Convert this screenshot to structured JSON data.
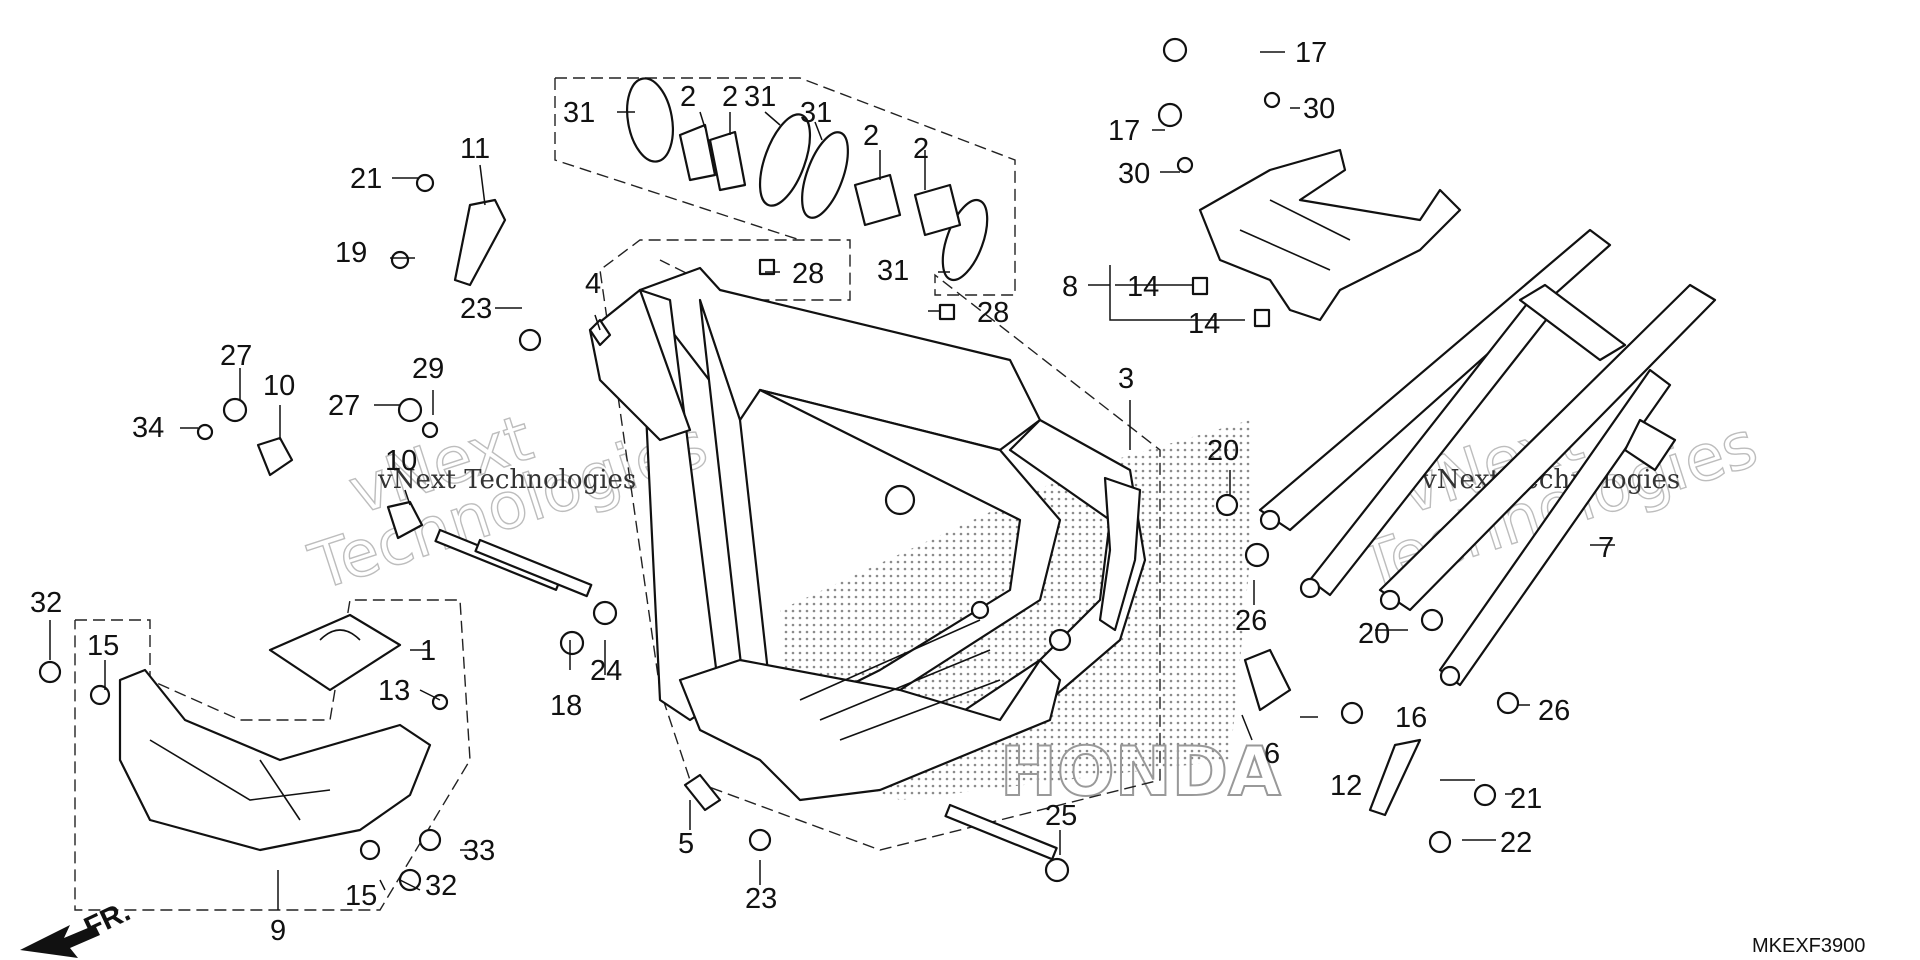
{
  "diagram_code": "MKEXF3900",
  "direction_label": "FR.",
  "watermark": {
    "line1": "vNext",
    "line2": "Technologies",
    "inline": "vNext Technologies"
  },
  "callouts": [
    {
      "id": "c31a",
      "text": "31"
    },
    {
      "id": "c2a",
      "text": "2"
    },
    {
      "id": "c2b",
      "text": "2"
    },
    {
      "id": "c31b",
      "text": "31"
    },
    {
      "id": "c31c",
      "text": "31"
    },
    {
      "id": "c2c",
      "text": "2"
    },
    {
      "id": "c2d",
      "text": "2"
    },
    {
      "id": "c31d",
      "text": "31"
    },
    {
      "id": "c28a",
      "text": "28"
    },
    {
      "id": "c28b",
      "text": "28"
    },
    {
      "id": "c21a",
      "text": "21"
    },
    {
      "id": "c11",
      "text": "11"
    },
    {
      "id": "c19",
      "text": "19"
    },
    {
      "id": "c4",
      "text": "4"
    },
    {
      "id": "c23a",
      "text": "23"
    },
    {
      "id": "c27a",
      "text": "27"
    },
    {
      "id": "c10a",
      "text": "10"
    },
    {
      "id": "c34",
      "text": "34"
    },
    {
      "id": "c27b",
      "text": "27"
    },
    {
      "id": "c29",
      "text": "29"
    },
    {
      "id": "c10b",
      "text": "10"
    },
    {
      "id": "c3",
      "text": "3"
    },
    {
      "id": "c17a",
      "text": "17"
    },
    {
      "id": "c30a",
      "text": "30"
    },
    {
      "id": "c17b",
      "text": "17"
    },
    {
      "id": "c30b",
      "text": "30"
    },
    {
      "id": "c8",
      "text": "8"
    },
    {
      "id": "c14a",
      "text": "14"
    },
    {
      "id": "c14b",
      "text": "14"
    },
    {
      "id": "c20a",
      "text": "20"
    },
    {
      "id": "c26a",
      "text": "26"
    },
    {
      "id": "c7",
      "text": "7"
    },
    {
      "id": "c20b",
      "text": "20"
    },
    {
      "id": "c26b",
      "text": "26"
    },
    {
      "id": "c16",
      "text": "16"
    },
    {
      "id": "c6",
      "text": "6"
    },
    {
      "id": "c12",
      "text": "12"
    },
    {
      "id": "c21b",
      "text": "21"
    },
    {
      "id": "c22",
      "text": "22"
    },
    {
      "id": "c32a",
      "text": "32"
    },
    {
      "id": "c15a",
      "text": "15"
    },
    {
      "id": "c1",
      "text": "1"
    },
    {
      "id": "c13",
      "text": "13"
    },
    {
      "id": "c18",
      "text": "18"
    },
    {
      "id": "c24",
      "text": "24"
    },
    {
      "id": "c33",
      "text": "33"
    },
    {
      "id": "c15b",
      "text": "15"
    },
    {
      "id": "c32b",
      "text": "32"
    },
    {
      "id": "c9",
      "text": "9"
    },
    {
      "id": "c5",
      "text": "5"
    },
    {
      "id": "c23b",
      "text": "23"
    },
    {
      "id": "c25",
      "text": "25"
    }
  ]
}
